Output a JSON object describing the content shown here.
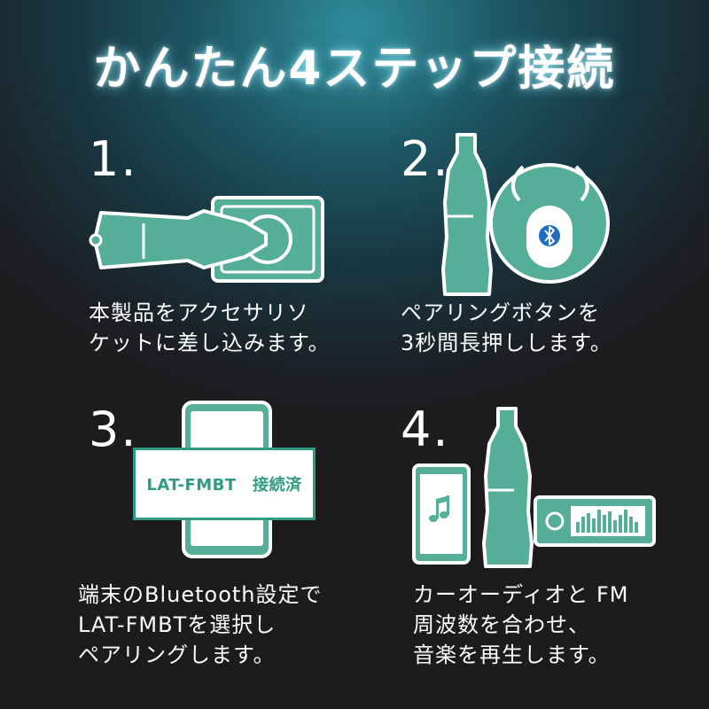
{
  "title": "かんたん4ステップ接続",
  "steps": [
    {
      "number": "1.",
      "lines": [
        "本製品をアクセサリソ",
        "ケットに差し込みます。"
      ]
    },
    {
      "number": "2.",
      "lines": [
        "ペアリングボタンを",
        "3秒間長押しします。"
      ]
    },
    {
      "number": "3.",
      "lines": [
        "端末のBluetooth設定で",
        "LAT-FMBTを選択し",
        "ペアリングします。"
      ],
      "screen_text": "LAT-FMBT　接続済"
    },
    {
      "number": "4.",
      "lines": [
        "カーオーディオと FM",
        "周波数を合わせ、",
        "音楽を再生します。"
      ]
    }
  ],
  "colors": {
    "accent": "#55ae97",
    "outline": "#ffffff",
    "bluetooth": "#1b6ec2"
  }
}
